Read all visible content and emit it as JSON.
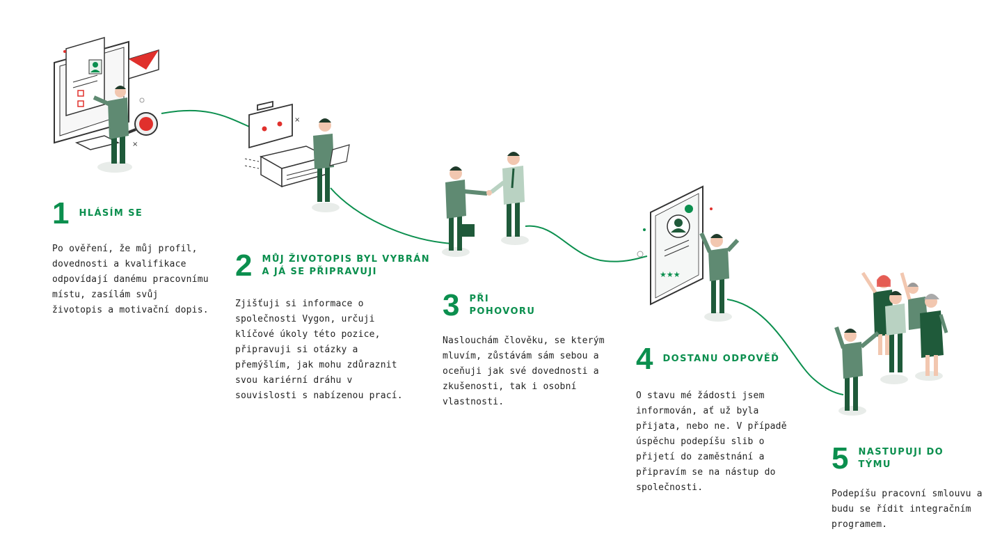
{
  "colors": {
    "accent": "#0b8f4e",
    "dark_green": "#1f5a3a",
    "sage": "#5f8a72",
    "red": "#e0302c",
    "line": "#0b8f4e"
  },
  "steps": [
    {
      "number": "1",
      "title": "HLÁSÍM SE",
      "text": "Po ověření, že můj profil, dovednosti a kvalifikace odpovídají danému pracovnímu místu, zasílám svůj životopis a motivační dopis.",
      "illustration": "cv-application-icon"
    },
    {
      "number": "2",
      "title": "MŮJ ŽIVOTOPIS BYL VYBRÁN A JÁ SE PŘIPRAVUJI",
      "text": "Zjišťuji si informace o společnosti Vygon, určuji klíčové úkoly této pozice, připravuji si otázky a přemýšlím, jak mohu zdůraznit svou kariérní dráhu v souvislosti s nabízenou prací.",
      "illustration": "preparation-briefcase-icon"
    },
    {
      "number": "3",
      "title": "PŘI POHOVORU",
      "text": "Naslouchám člověku, se kterým mluvím, zůstávám sám sebou a oceňuji jak své dovednosti a zkušenosti, tak i osobní vlastnosti.",
      "illustration": "handshake-interview-icon"
    },
    {
      "number": "4",
      "title": "DOSTANU ODPOVĚĎ",
      "text": "O stavu mé žádosti jsem informován, ať už byla přijata, nebo ne. V případě úspěchu podepíšu slib o přijetí do zaměstnání a připravím se na nástup do společnosti.",
      "illustration": "approved-profile-icon"
    },
    {
      "number": "5",
      "title": "NASTUPUJI DO TÝMU",
      "text": "Podepíšu pracovní smlouvu a budu se řídit integračním programem.",
      "illustration": "team-welcome-icon"
    }
  ]
}
